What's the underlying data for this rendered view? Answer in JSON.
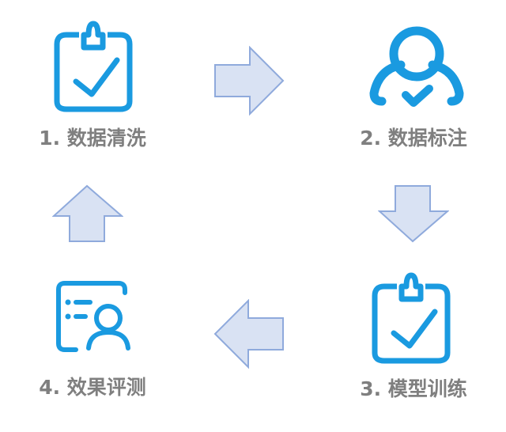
{
  "steps": [
    {
      "label": "1. 数据清洗",
      "icon": "clipboard-check-icon"
    },
    {
      "label": "2. 数据标注",
      "icon": "user-check-icon"
    },
    {
      "label": "3. 模型训练",
      "icon": "clipboard-check-icon"
    },
    {
      "label": "4. 效果评测",
      "icon": "user-list-icon"
    }
  ],
  "colors": {
    "icon": "#1a9ae0",
    "label": "#7f7f7f",
    "arrow_fill": "#d9e2f3",
    "arrow_stroke": "#8faadc"
  }
}
